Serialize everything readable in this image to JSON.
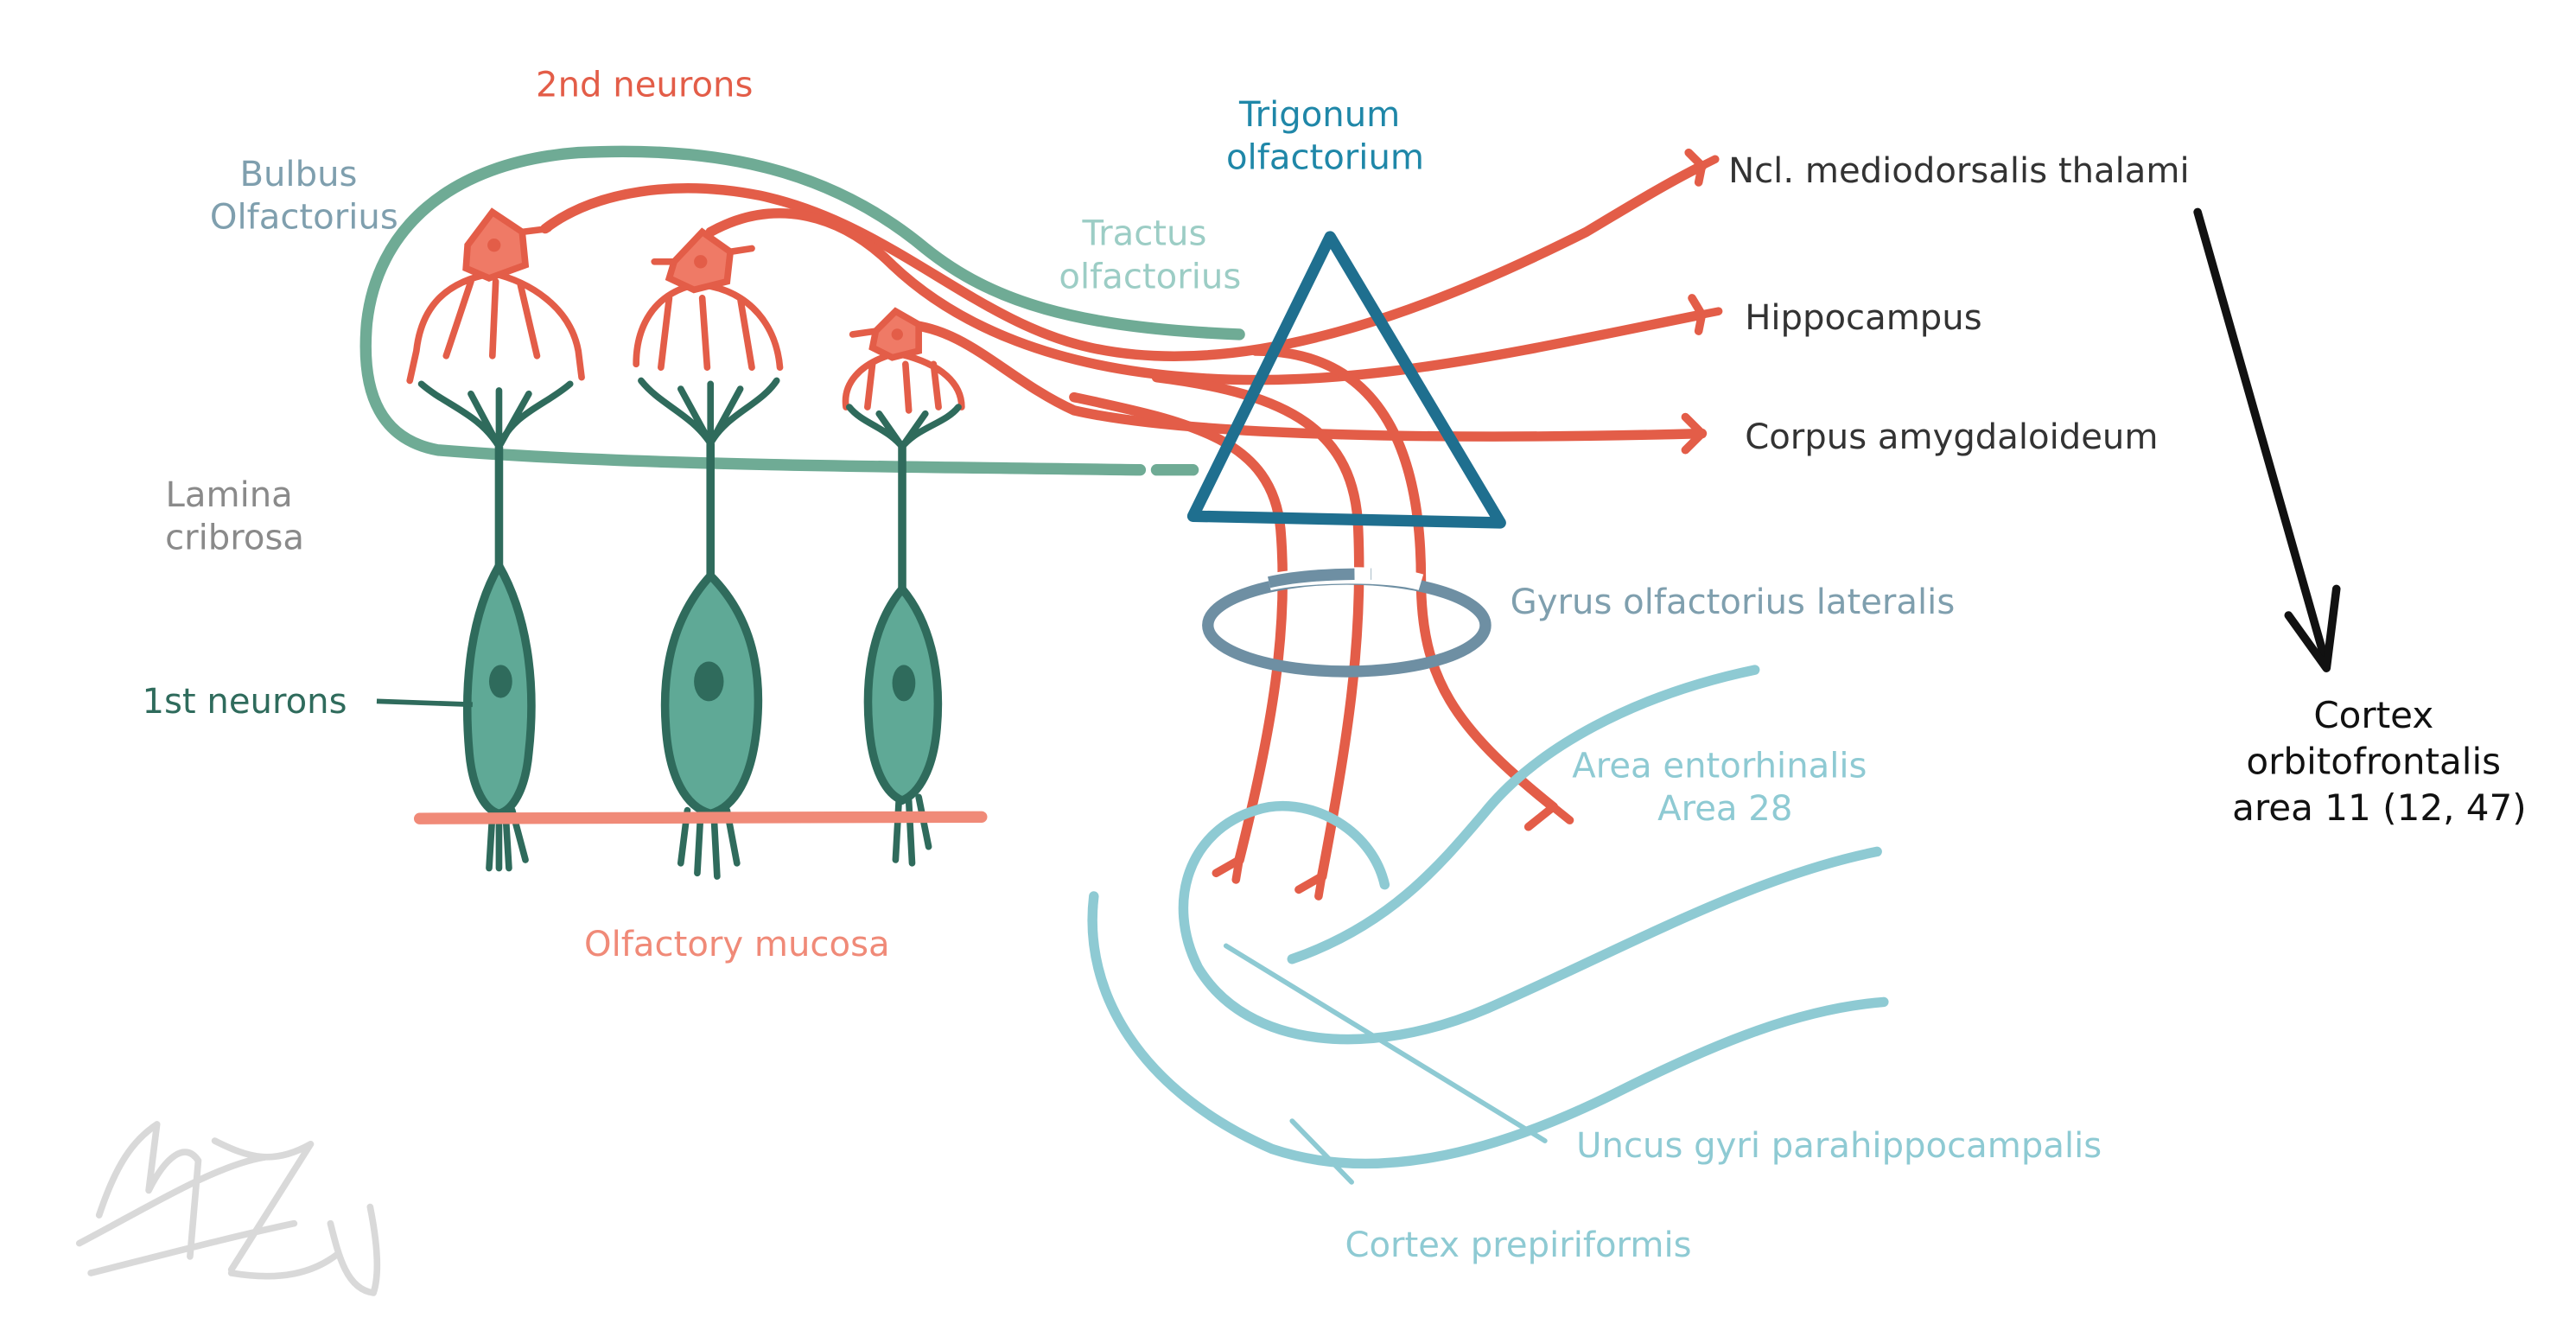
{
  "colors": {
    "red": "#e35d48",
    "red_fill": "#ef7a66",
    "bulb_green": "#6fab95",
    "neuron_dark": "#2f6b5c",
    "neuron_fill": "#5fa996",
    "trigonum_blue": "#1f6f8f",
    "gyrus_grey_blue": "#6e8fa3",
    "cortex_cyan": "#8ecad3",
    "label_grey": "#8a8a8a",
    "mucosa_salmon": "#f08a78",
    "black": "#111111",
    "signature": "#d9d9d9"
  },
  "labels": {
    "second_neurons": "2nd neurons",
    "bulbus": [
      "Bulbus",
      "Olfactorius"
    ],
    "tractus": [
      "Tractus",
      "olfactorius"
    ],
    "trigonum": [
      "Trigonum",
      "olfactorium"
    ],
    "lamina": [
      "Lamina",
      "cribrosa"
    ],
    "first_neurons": "1st neurons",
    "mucosa": "Olfactory mucosa",
    "thalami": "Ncl. mediodorsalis thalami",
    "hippocampus": "Hippocampus",
    "amygdala": "Corpus amygdaloideum",
    "gyrus_lateralis": "Gyrus olfactorius lateralis",
    "entorhinalis": [
      "Area entorhinalis",
      "Area 28"
    ],
    "uncus": "Uncus gyri parahippocampalis",
    "prepiriformis": "Cortex prepiriformis",
    "cortex_orbito": [
      "Cortex",
      "orbitofrontalis",
      "area 11 (12, 47)"
    ]
  }
}
